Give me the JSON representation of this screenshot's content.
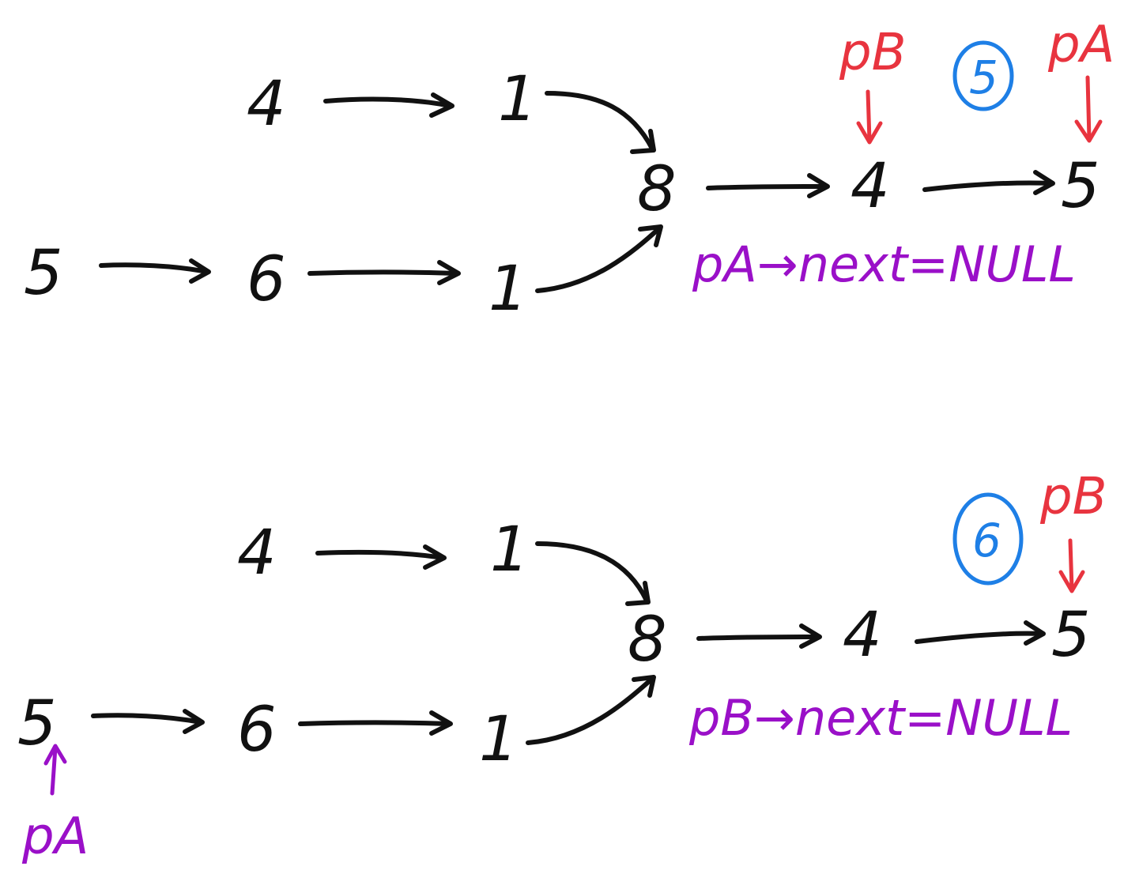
{
  "colors": {
    "ink": "#111111",
    "pointer_red": "#e8343f",
    "note_purple": "#9a10c8",
    "step_blue": "#1e7fe6"
  },
  "diagrams": [
    {
      "list_a": [
        "4",
        "1"
      ],
      "list_b": [
        "5",
        "6",
        "1"
      ],
      "shared": [
        "8",
        "4",
        "5"
      ],
      "pointer_pb": "pB",
      "pointer_pa": "pA",
      "step_label": "5",
      "note": "pA→next=NULL"
    },
    {
      "list_a": [
        "4",
        "1"
      ],
      "list_b": [
        "5",
        "6",
        "1"
      ],
      "shared": [
        "8",
        "4",
        "5"
      ],
      "pointer_pb": "pB",
      "pointer_pa": "pA",
      "step_label": "6",
      "note": "pB→next=NULL"
    }
  ]
}
